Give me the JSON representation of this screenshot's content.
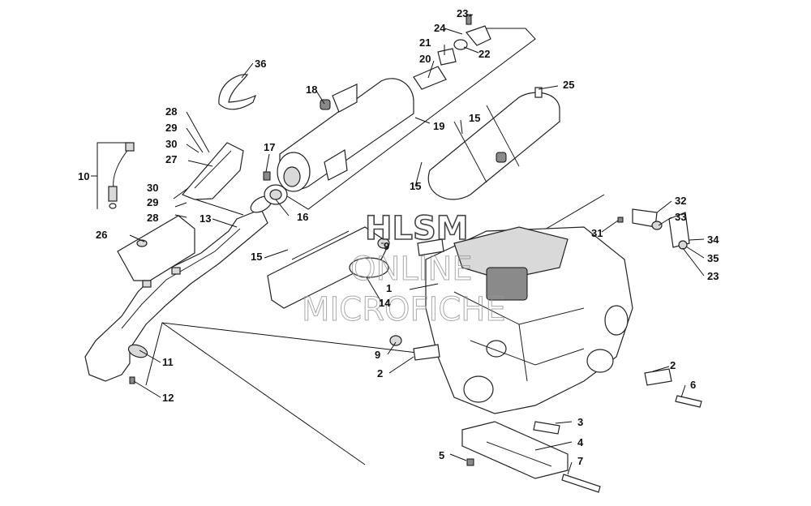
{
  "diagram": {
    "watermark": {
      "line1": "HLSM",
      "line2": "ONLINE",
      "line3": "MICROFICHE"
    },
    "callouts": [
      {
        "id": "c1",
        "text": "1"
      },
      {
        "id": "c2a",
        "text": "2"
      },
      {
        "id": "c2b",
        "text": "2"
      },
      {
        "id": "c3",
        "text": "3"
      },
      {
        "id": "c4",
        "text": "4"
      },
      {
        "id": "c5",
        "text": "5"
      },
      {
        "id": "c6",
        "text": "6"
      },
      {
        "id": "c7",
        "text": "7"
      },
      {
        "id": "c9a",
        "text": "9"
      },
      {
        "id": "c9b",
        "text": "9"
      },
      {
        "id": "c10",
        "text": "10"
      },
      {
        "id": "c11",
        "text": "11"
      },
      {
        "id": "c12",
        "text": "12"
      },
      {
        "id": "c13",
        "text": "13"
      },
      {
        "id": "c14",
        "text": "14"
      },
      {
        "id": "c15a",
        "text": "15"
      },
      {
        "id": "c15b",
        "text": "15"
      },
      {
        "id": "c15c",
        "text": "15"
      },
      {
        "id": "c16",
        "text": "16"
      },
      {
        "id": "c17",
        "text": "17"
      },
      {
        "id": "c18",
        "text": "18"
      },
      {
        "id": "c19",
        "text": "19"
      },
      {
        "id": "c20",
        "text": "20"
      },
      {
        "id": "c21",
        "text": "21"
      },
      {
        "id": "c22",
        "text": "22"
      },
      {
        "id": "c23a",
        "text": "23"
      },
      {
        "id": "c23b",
        "text": "23"
      },
      {
        "id": "c24",
        "text": "24"
      },
      {
        "id": "c25",
        "text": "25"
      },
      {
        "id": "c26",
        "text": "26"
      },
      {
        "id": "c27",
        "text": "27"
      },
      {
        "id": "c28a",
        "text": "28"
      },
      {
        "id": "c28b",
        "text": "28"
      },
      {
        "id": "c29a",
        "text": "29"
      },
      {
        "id": "c29b",
        "text": "29"
      },
      {
        "id": "c30a",
        "text": "30"
      },
      {
        "id": "c30b",
        "text": "30"
      },
      {
        "id": "c31",
        "text": "31"
      },
      {
        "id": "c32",
        "text": "32"
      },
      {
        "id": "c33",
        "text": "33"
      },
      {
        "id": "c34",
        "text": "34"
      },
      {
        "id": "c35",
        "text": "35"
      },
      {
        "id": "c36",
        "text": "36"
      }
    ]
  }
}
